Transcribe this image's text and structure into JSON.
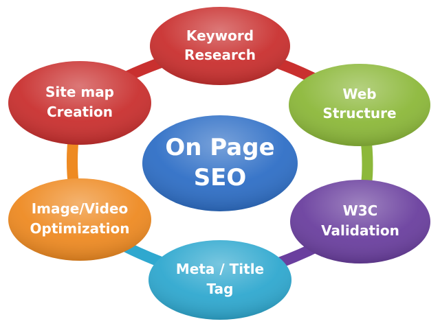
{
  "center": {
    "line1": "On Page",
    "line2": "SEO",
    "color": "#2f6fc6"
  },
  "nodes": [
    {
      "id": "keyword-research",
      "line1": "Keyword",
      "line2": "Research",
      "color": "#c9302f"
    },
    {
      "id": "web-structure",
      "line1": "Web",
      "line2": "Structure",
      "color": "#8cb83a"
    },
    {
      "id": "w3c-validation",
      "line1": "W3C",
      "line2": "Validation",
      "color": "#6a3f9e"
    },
    {
      "id": "meta-title-tag",
      "line1": "Meta / Title",
      "line2": "Tag",
      "color": "#2fa8cf"
    },
    {
      "id": "image-video-optimization",
      "line1": "Image/Video",
      "line2": "Optimization",
      "color": "#ee8a22"
    },
    {
      "id": "site-map-creation",
      "line1": "Site map",
      "line2": "Creation",
      "color": "#c9302f"
    }
  ],
  "ring": {
    "segments": [
      {
        "from": "keyword-research",
        "to": "web-structure",
        "color": "#c9302f"
      },
      {
        "from": "web-structure",
        "to": "w3c-validation",
        "color": "#8cb83a"
      },
      {
        "from": "w3c-validation",
        "to": "meta-title-tag",
        "color": "#6a3f9e"
      },
      {
        "from": "meta-title-tag",
        "to": "image-video-optimization",
        "color": "#2fa8cf"
      },
      {
        "from": "image-video-optimization",
        "to": "site-map-creation",
        "color": "#ee8a22"
      },
      {
        "from": "site-map-creation",
        "to": "keyword-research",
        "color": "#c9302f"
      }
    ]
  }
}
